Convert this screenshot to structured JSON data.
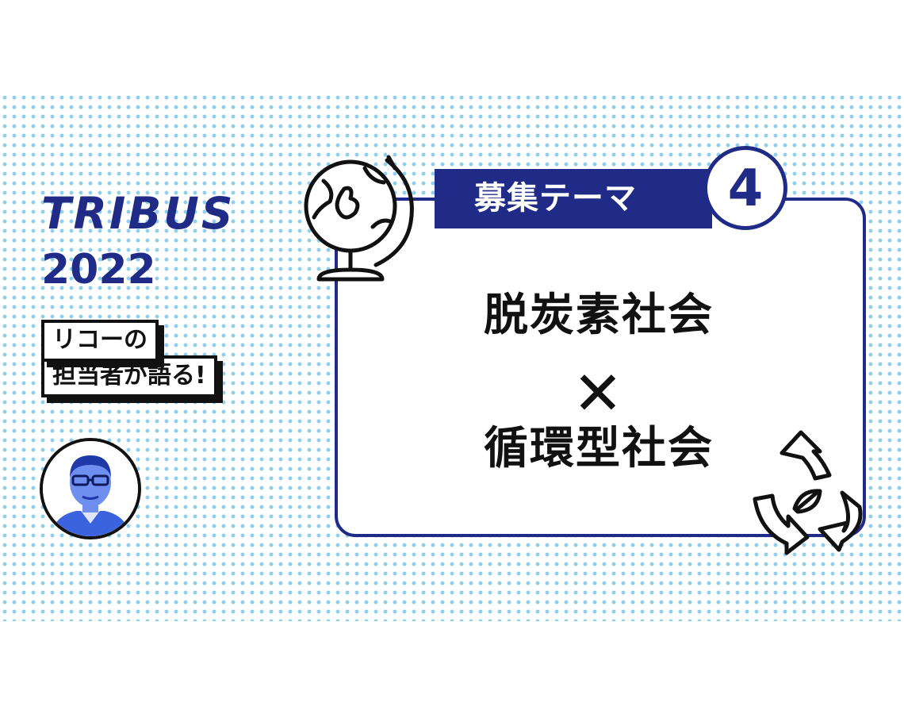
{
  "brand": {
    "name": "TRIBUS",
    "year": "2022"
  },
  "tag": {
    "line1": "リコーの",
    "line2": "担当者が語る!"
  },
  "theme": {
    "label": "募集テーマ",
    "number": "4",
    "title_line1": "脱炭素社会",
    "cross": "✕",
    "title_line2": "循環型社会"
  },
  "colors": {
    "navy": "#1f2b86",
    "dots": "#8fd0ef",
    "ink": "#111111",
    "avatar_tint": "#3b63e0"
  },
  "icons": [
    "globe-icon",
    "recycle-icon",
    "avatar"
  ]
}
